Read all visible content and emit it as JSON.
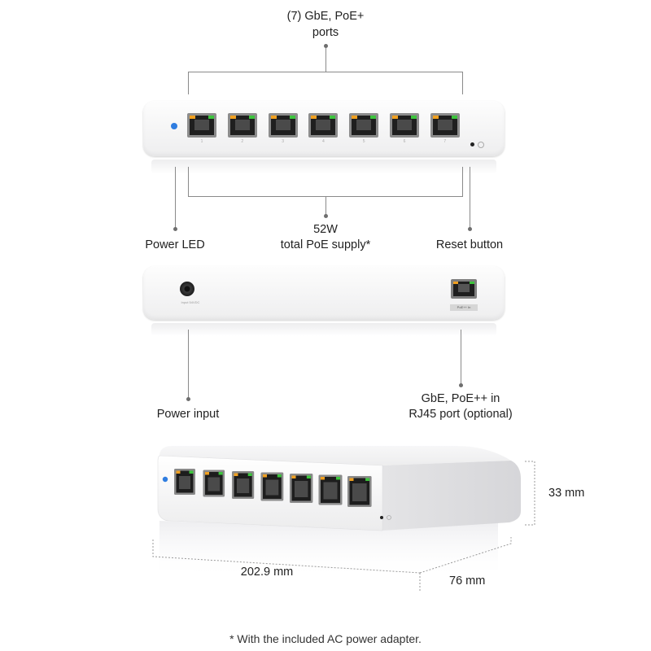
{
  "callouts": {
    "ports_line1": "(7) GbE, PoE+",
    "ports_line2": "ports",
    "poe_line1": "52W",
    "poe_line2": "total PoE supply*",
    "power_led": "Power LED",
    "reset_button": "Reset button",
    "power_input": "Power input",
    "uplink_line1": "GbE, PoE++ in",
    "uplink_line2": "RJ45 port (optional)"
  },
  "dimensions": {
    "height": "33 mm",
    "width": "202.9 mm",
    "depth": "76 mm"
  },
  "footnote": "* With the included AC power adapter.",
  "device": {
    "port_count": 7,
    "port_numbers": [
      "1",
      "2",
      "3",
      "4",
      "5",
      "6",
      "7"
    ],
    "led_color": "#2f7de0",
    "port_led_colors": [
      "#f0a020",
      "#3cc43c"
    ],
    "back_power_label": "Input 54VDC",
    "back_uplink_label": "PoE++ In"
  }
}
